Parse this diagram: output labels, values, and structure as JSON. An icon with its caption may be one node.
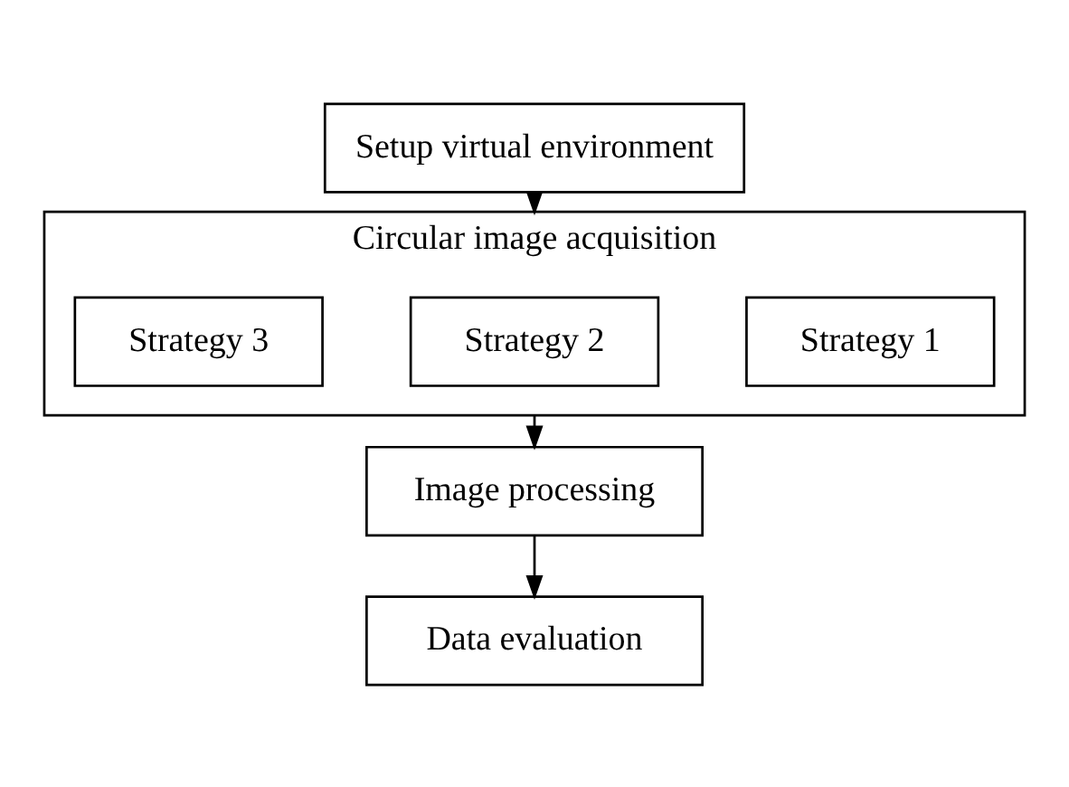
{
  "diagram": {
    "nodes": [
      {
        "text": [
          "Setup virtual environment"
        ]
      },
      {
        "text": [
          "Circular image acquisition"
        ]
      },
      {
        "text": [
          "Strategy 1"
        ],
        "in": 1
      },
      {
        "text": [
          "Strategy 2"
        ],
        "in": 1
      },
      {
        "text": [
          "Strategy 3"
        ],
        "in": 1
      },
      {
        "text": [
          "Image processing"
        ]
      },
      {
        "text": [
          "Data evaluation"
        ]
      }
    ],
    "edges": [
      {
        "from": 0,
        "to": 1,
        "arrow": "to"
      },
      {
        "from": 1,
        "to": 5,
        "arrow": "to"
      },
      {
        "from": 5,
        "to": 6,
        "arrow": "to"
      }
    ]
  }
}
